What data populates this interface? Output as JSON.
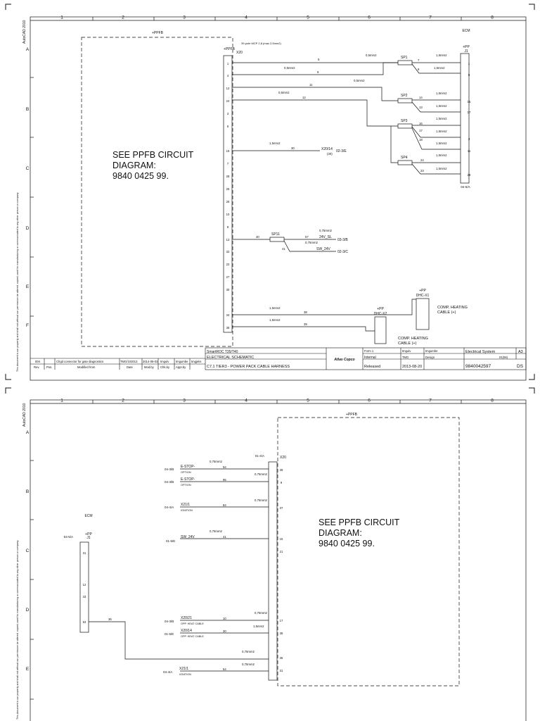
{
  "sheet1": {
    "cad_version": "AutoCAD 2010",
    "col_numbers": [
      "1",
      "2",
      "3",
      "4",
      "5",
      "6",
      "7",
      "8"
    ],
    "row_letters": [
      "A",
      "B",
      "C",
      "D",
      "E",
      "F"
    ],
    "ppfb_label": "+PPFB",
    "see_note": [
      "SEE PPFB CIRCUIT",
      "DIAGRAM:",
      "9840 0425 99."
    ],
    "mcp_note": "39-pole MCP 2,8 (max 2,5mm2)",
    "connector_top": "+PPFB",
    "connector_name": "X20",
    "ecm_label": "ECM",
    "ecm_conn_top": "+PP",
    "ecm_conn_name": "J1",
    "ecm_ref": "04-5/A",
    "x20_pins": [
      "1",
      "4",
      "12",
      "24",
      "3",
      "6",
      "15",
      "7",
      "28",
      "25",
      "26",
      "10",
      "8",
      "13",
      "32",
      "22",
      "27",
      "30",
      "34",
      "36"
    ],
    "ecm_pins": [
      "1",
      "9",
      "15",
      "17",
      "3",
      "11",
      "28"
    ],
    "wires": [
      {
        "num": "5",
        "size": "0,5mm2"
      },
      {
        "num": "9",
        "size": "0,5mm2"
      },
      {
        "num": "11",
        "size": "0,5mm2"
      },
      {
        "num": "12",
        "size": "0,5mm2"
      },
      {
        "num": "30",
        "size": "1,5mm2"
      },
      {
        "num": "40",
        "size": ""
      },
      {
        "num": "57",
        "size": "0,75mm2"
      },
      {
        "num": "41",
        "size": "0,75mm2"
      },
      {
        "num": "38",
        "size": "1,5mm2"
      },
      {
        "num": "39",
        "size": "1,5mm2"
      }
    ],
    "splices": [
      {
        "name": "SP1",
        "w1": "7",
        "w2": "8",
        "s1": "1,5mm2",
        "s2": "1,5mm2"
      },
      {
        "name": "SP2",
        "w1": "14",
        "w2": "13",
        "s1": "1,5mm2",
        "s2": "1,5mm2"
      },
      {
        "name": "SP3",
        "w1": "16",
        "w2": "17",
        "w3": "18",
        "s1": "1,5mm2",
        "s2": "1,5mm2",
        "s3": "1,5mm2"
      },
      {
        "name": "SP4",
        "w1": "24",
        "w2": "23",
        "s1": "1,5mm2",
        "s2": "1,5mm2"
      },
      {
        "name": "SP11"
      }
    ],
    "ref_x20_14": "X20/14",
    "ref_x20_14_sub": "(30)",
    "ref_02_3E": "02-3/E",
    "ref_24v": "24V_SL",
    "ref_03_3B": "03-3/B",
    "ref_sw24v": "SW_24V",
    "ref_02_3C": "02-3/C",
    "heat_x1_top": "+PP",
    "heat_x1_name": "DHC-X1",
    "heat_x1_label": [
      "COMP, HEATING",
      "CABLE (+)"
    ],
    "heat_x2_top": "+PP",
    "heat_x2_name": "DHC-X2",
    "heat_x2_label": [
      "COMP. HEATING",
      "CABLE (+)"
    ],
    "side_text": "This document is our property and shall not without our permission be altered, copied, used for manufacturing or communicated to any other person or company.",
    "title_block": {
      "rev": "004",
      "rev_desc": "Chgd connector for gate diagnostics",
      "rev_ref": "TMG/103013",
      "rev_date": "2014-06-03",
      "rev_by": "tmgulv",
      "rev_chk": "tmgumbe",
      "rev_app": "tmgjeks",
      "col_rev": "Rev.",
      "col_pos": "Pos.",
      "col_mod": "Modified from",
      "col_date": "Date",
      "col_modby": "Mod.by",
      "col_chk": "Chk.by",
      "col_app": "Appr.by",
      "product": "SmartROC T35/T40",
      "title": "ELECTRICAL SCHEMATIC",
      "subtitle": "C7.1 TIER3 - POWER PACK CABLE HARNESS",
      "brand": "Atlas Copco",
      "conf": "Internal",
      "status": "Released",
      "drawn": "tmgulv",
      "checked": "tmgumbe",
      "dept": "TMG",
      "date": "2013-08-20",
      "system": "Electrical System",
      "size": "A3",
      "sheet": "01(06)",
      "docno": "9840042597",
      "lang": "DS",
      "form": "Form 1",
      "design": "Design"
    }
  },
  "sheet2": {
    "cad_version": "AutoCAD 2010",
    "col_numbers": [
      "1",
      "2",
      "3",
      "4",
      "5",
      "6",
      "7",
      "8"
    ],
    "row_letters": [
      "A",
      "B",
      "C",
      "D",
      "E"
    ],
    "ppfb_label": "+PPFB",
    "see_note": [
      "SEE PPFB CIRCUIT",
      "DIAGRAM:",
      "9840 0425 99."
    ],
    "x20_ref": "01-4/A",
    "x20_name": "X20",
    "x20_pins": [
      "39",
      "9",
      "37",
      "15",
      "21",
      "17",
      "38",
      "35",
      "31"
    ],
    "ecm_label": "ECM",
    "ecm_ref": "04-5/A",
    "ecm_conn_top": "+PP",
    "ecm_conn_name": "J1",
    "ecm_pins": [
      "31",
      "12",
      "33",
      "53"
    ],
    "wires": [
      {
        "ref": "04-3/B",
        "sig": "E-STOP-",
        "sub": "OPTION",
        "num": "94",
        "size": "0,75mm2"
      },
      {
        "ref": "04-3/B",
        "sig": "E-STOP-",
        "sub": "OPTION",
        "num": "95",
        "size": "0,75mm2"
      },
      {
        "ref": "04-4/A",
        "sig": "X21/1",
        "sub": "IGNITION",
        "num": "84",
        "size": "0,75mm2"
      },
      {
        "ref": "01-5/E",
        "sig": "SW_24V",
        "sub": "",
        "num": "41",
        "size": "0,75mm2"
      },
      {
        "ref": "04-3/B",
        "sig": "X20/21",
        "sub": "OPP. HEAT CABLE",
        "num": "10",
        "size": "0,75mm2"
      },
      {
        "ref": "01-5/E",
        "sig": "X20/14",
        "sub": "OPP. HEAT CABLE",
        "num": "30",
        "size": "1,5mm2"
      },
      {
        "ref": "",
        "sig": "",
        "sub": "",
        "num": "36",
        "size": "0,75mm2"
      },
      {
        "ref": "04-4/A",
        "sig": "X21/1",
        "sub": "IGNITION",
        "num": "54",
        "size": "0,75mm2"
      }
    ],
    "side_text": "This document is our property and shall not without our permission be altered, copied, used for manufacturing or communicated to any other person or company."
  }
}
